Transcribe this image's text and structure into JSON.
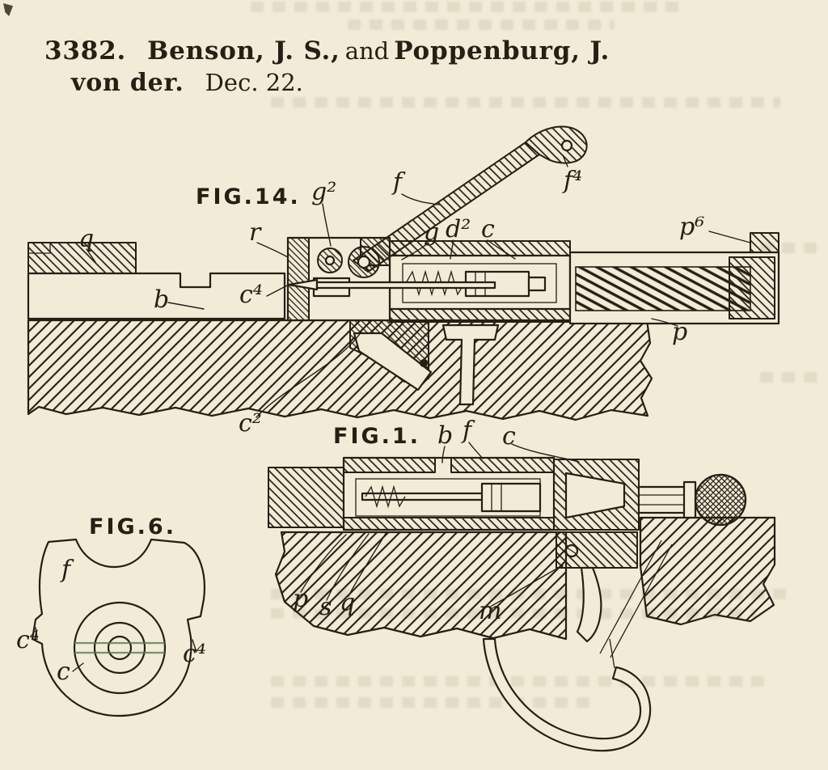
{
  "page": {
    "paper_color": "#f1ebd8",
    "ink_color": "#251f14",
    "artifact_line_color": "#5d7a52"
  },
  "heading": {
    "number": "3382.",
    "inventor1": "Benson, J. S.,",
    "conjunction": "and",
    "inventor2": "Poppenburg, J.",
    "inventor2_continued": "von der.",
    "date": "Dec. 22."
  },
  "fig14": {
    "label": "FIG.14.",
    "parts": {
      "q": "q",
      "b": "b",
      "c4": "c⁴",
      "r": "r",
      "g2": "g²",
      "f": "f",
      "f4": "f⁴",
      "g": "g",
      "d2": "d²",
      "c": "c",
      "p6": "p⁶",
      "p": "p",
      "c2": "c²"
    }
  },
  "fig1": {
    "label": "FIG.1.",
    "parts": {
      "b": "b",
      "f": "f",
      "c": "c",
      "p": "p",
      "s": "s",
      "q": "q",
      "m": "m"
    }
  },
  "fig6": {
    "label": "FIG.6.",
    "parts": {
      "f": "f",
      "c4_left": "c⁴",
      "c": "c",
      "c4_right": "c⁴"
    }
  }
}
